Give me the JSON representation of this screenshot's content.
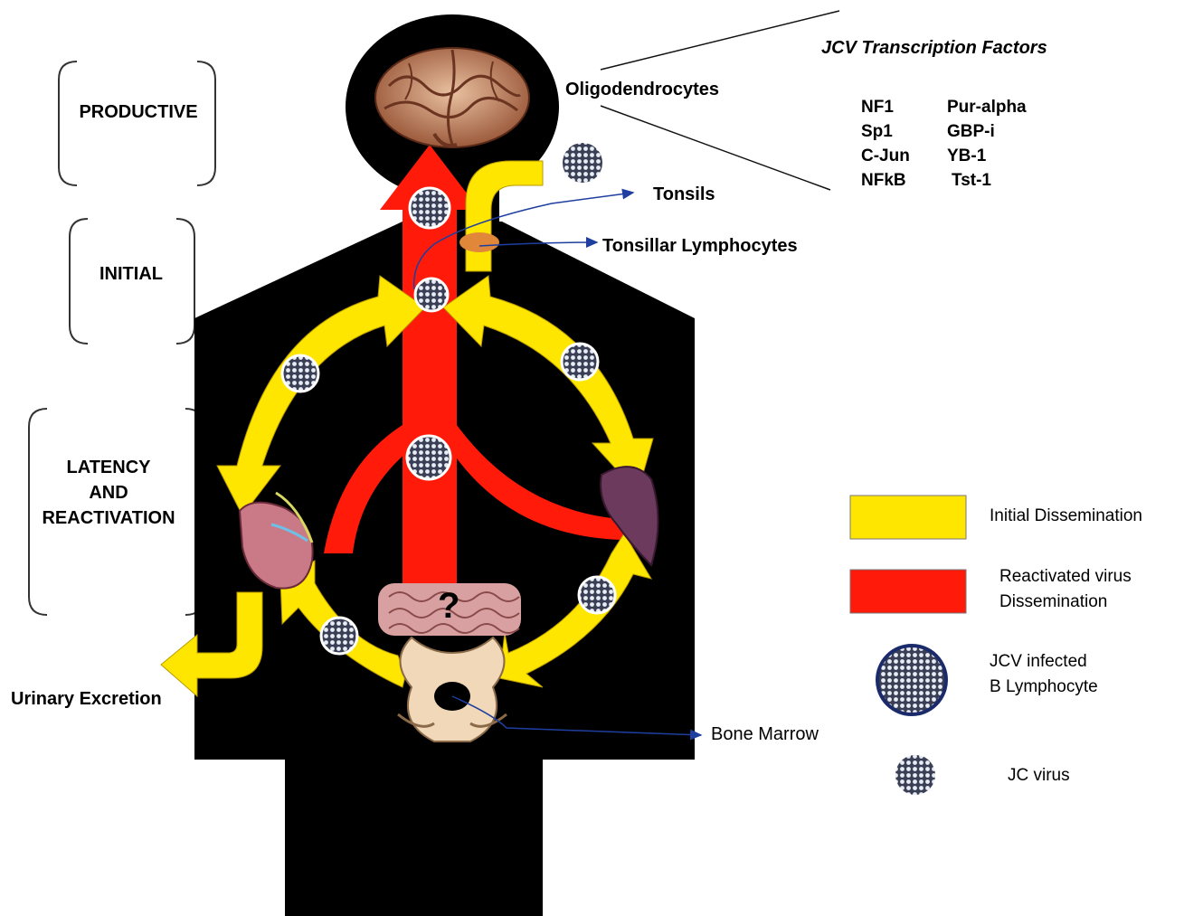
{
  "stages": {
    "productive": "PRODUCTIVE",
    "initial": "INITIAL",
    "latency_line1": "LATENCY",
    "latency_line2": "AND",
    "latency_line3": "REACTIVATION"
  },
  "labels": {
    "oligodendrocytes": "Oligodendrocytes",
    "tonsils": "Tonsils",
    "tonsillar_lymphocytes": "Tonsillar Lymphocytes",
    "urinary_excretion": "Urinary Excretion",
    "bone_marrow": "Bone Marrow",
    "question_mark": "?"
  },
  "transcription_factors": {
    "title": "JCV Transcription Factors",
    "rows": [
      {
        "left": "NF1",
        "right": "Pur-alpha"
      },
      {
        "left": "Sp1",
        "right": "GBP-i"
      },
      {
        "left": "C-Jun",
        "right": "YB-1"
      },
      {
        "left": "NFkB",
        "right": "Tst-1"
      }
    ]
  },
  "legend": {
    "initial_dissemination": "Initial Dissemination",
    "reactivated_line1": "Reactivated virus",
    "reactivated_line2": "Dissemination",
    "b_lymph_line1": "JCV infected",
    "b_lymph_line2": "B Lymphocyte",
    "jc_virus": "JC virus"
  },
  "colors": {
    "initial": "#ffe600",
    "reactivated": "#ff1a0a",
    "body": "#000000",
    "arrow_line": "#1f3fa0"
  }
}
